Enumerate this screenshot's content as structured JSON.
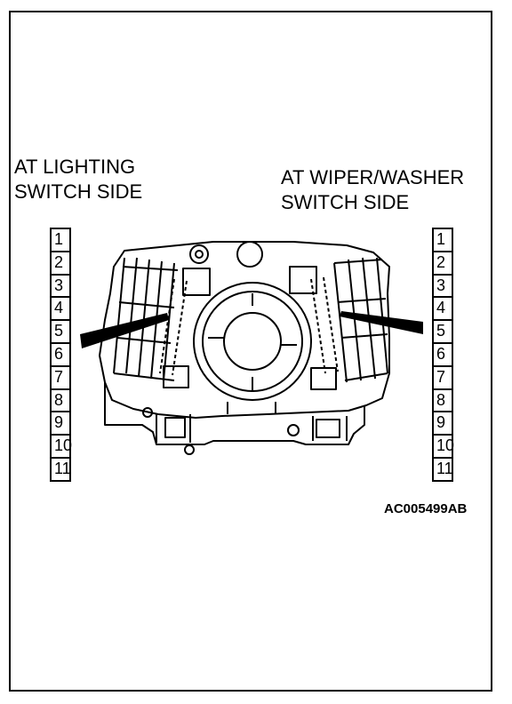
{
  "left_label": {
    "line1": "AT LIGHTING",
    "line2": "SWITCH SIDE"
  },
  "right_label": {
    "line1": "AT WIPER/WASHER",
    "line2": "SWITCH SIDE"
  },
  "left_pins": [
    "1",
    "2",
    "3",
    "4",
    "5",
    "6",
    "7",
    "8",
    "9",
    "10",
    "11"
  ],
  "right_pins": [
    "1",
    "2",
    "3",
    "4",
    "5",
    "6",
    "7",
    "8",
    "9",
    "10",
    "11"
  ],
  "figure_code": "AC005499AB"
}
